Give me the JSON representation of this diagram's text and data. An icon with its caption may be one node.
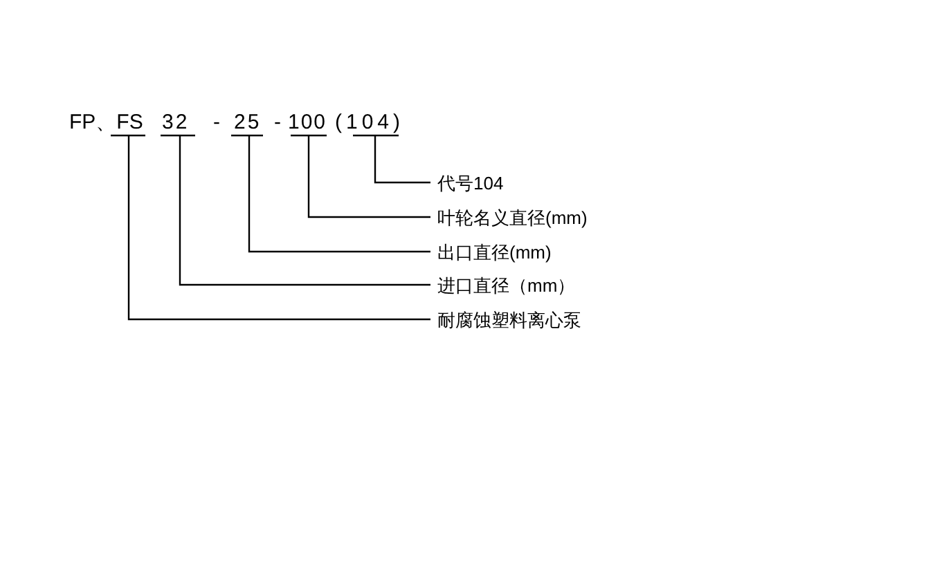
{
  "diagram": {
    "nodes": [
      {
        "text": [
          "FP、FS"
        ]
      },
      {
        "text": [
          "32"
        ]
      },
      {
        "text": [
          "25"
        ]
      },
      {
        "text": [
          "100"
        ]
      },
      {
        "text": [
          "(104)"
        ]
      },
      {
        "text": [
          "代号104"
        ]
      },
      {
        "text": [
          "叶轮名义直径(mm)"
        ]
      },
      {
        "text": [
          "出口直径(mm)"
        ]
      },
      {
        "text": [
          "进口直径（mm）"
        ]
      },
      {
        "text": [
          "耐腐蚀塑料离心泵"
        ]
      }
    ],
    "edges": [
      {
        "from": 5,
        "to": 4,
        "arrow": "none"
      },
      {
        "from": 6,
        "to": 3,
        "arrow": "none"
      },
      {
        "from": 7,
        "to": 2,
        "arrow": "none"
      },
      {
        "from": 8,
        "to": 1,
        "arrow": "none"
      },
      {
        "from": 9,
        "to": 0,
        "arrow": "none"
      }
    ],
    "labels": [
      "-",
      "-"
    ]
  }
}
